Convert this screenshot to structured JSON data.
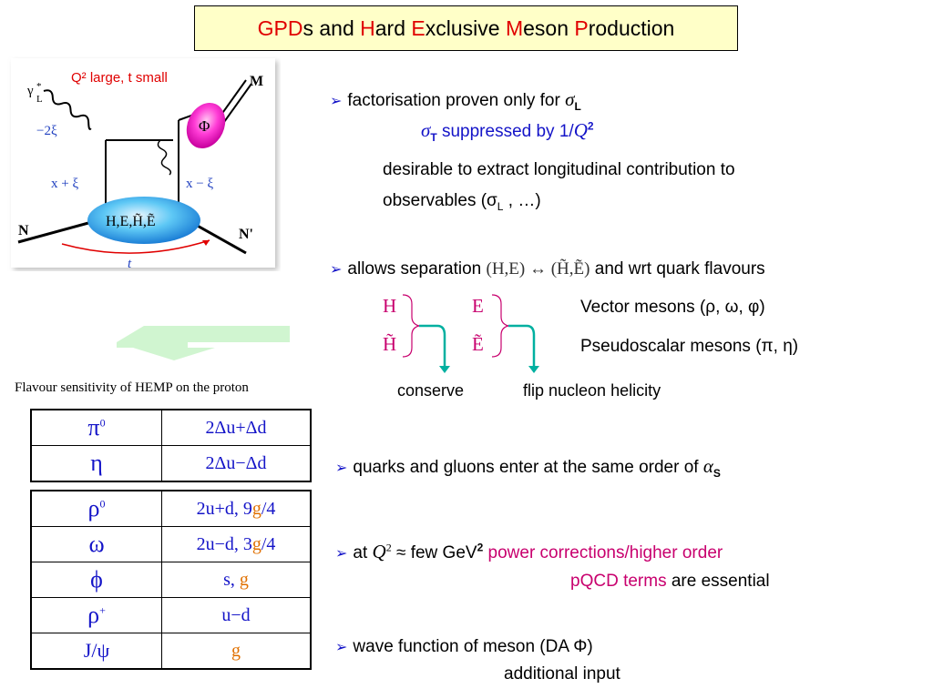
{
  "title": {
    "parts": [
      {
        "text": "GPD",
        "red": true
      },
      {
        "text": "s and ",
        "red": false
      },
      {
        "text": "H",
        "red": true
      },
      {
        "text": "ard ",
        "red": false
      },
      {
        "text": "E",
        "red": true
      },
      {
        "text": "xclusive ",
        "red": false
      },
      {
        "text": "M",
        "red": true
      },
      {
        "text": "eson ",
        "red": false
      },
      {
        "text": "P",
        "red": true
      },
      {
        "text": "roduction",
        "red": false
      }
    ]
  },
  "diagram": {
    "photon": "γ*L",
    "photon_sub": "L",
    "kin_label": "Q² large, t small",
    "minus2xi": "−2ξ",
    "meson": "M",
    "da": "Φ",
    "x_plus": "x + ξ",
    "x_minus": "x − ξ",
    "blob": "H,E,H̃,Ẽ",
    "nucleon_in": "N",
    "nucleon_out": "N'",
    "t": "t"
  },
  "caption": "Flavour sensitivity of HEMP on the proton",
  "table1": [
    {
      "meson": "π",
      "sup": "0",
      "flavour": "2Δu+Δd"
    },
    {
      "meson": "η",
      "sup": "",
      "flavour": "2Δu−Δd"
    }
  ],
  "table2": [
    {
      "meson": "ρ",
      "sup": "0",
      "pre": "2u+d, 9",
      "g": "g",
      "post": "/4"
    },
    {
      "meson": "ω",
      "sup": "",
      "pre": "2u−d, 3",
      "g": "g",
      "post": "/4"
    },
    {
      "meson": "ϕ",
      "sup": "",
      "pre": "s, ",
      "g": "g",
      "post": ""
    },
    {
      "meson": "ρ",
      "sup": "+",
      "pre": "u−d",
      "g": "",
      "post": ""
    },
    {
      "meson": "J/ψ",
      "sup": "",
      "pre": "",
      "g": "g",
      "post": ""
    }
  ],
  "b1": {
    "text": "factorisation proven only for ",
    "sigma": "σ",
    "sub_L": "L",
    "sigma_T": "σ",
    "sub_T": "T",
    "suppressed": " suppressed by 1/",
    "Q": "Q",
    "sup2": "2",
    "line3": "desirable to extract longitudinal contribution to",
    "line4_pre": "observables (σ",
    "line4_sub": "L",
    "line4_post": " , …)"
  },
  "b2": {
    "pre": "allows separation ",
    "formula": "(H,E) ↔ (H̃,Ẽ)",
    "post": " and wrt quark flavours",
    "H": "H",
    "E": "E",
    "Ht": "H̃",
    "Et": "Ẽ",
    "vector": "Vector mesons  (ρ, ω, φ)",
    "pseudo": "Pseudoscalar mesons  (π, η)",
    "conserve": "conserve",
    "flip": "flip nucleon helicity"
  },
  "b3": {
    "text": "quarks and gluons enter at the same order of ",
    "alpha": "α",
    "sub": "S"
  },
  "b4": {
    "pre": "at  ",
    "Q": "Q",
    "sup": "2",
    "mid": " ≈ few GeV",
    "sup2": "2",
    "power": " power corrections/higher order",
    "pqcd": "pQCD terms",
    "essential": " are essential"
  },
  "b5": {
    "text": "wave function of meson (DA Φ)",
    "line2": "additional input"
  },
  "bullet_glyph": "➢"
}
